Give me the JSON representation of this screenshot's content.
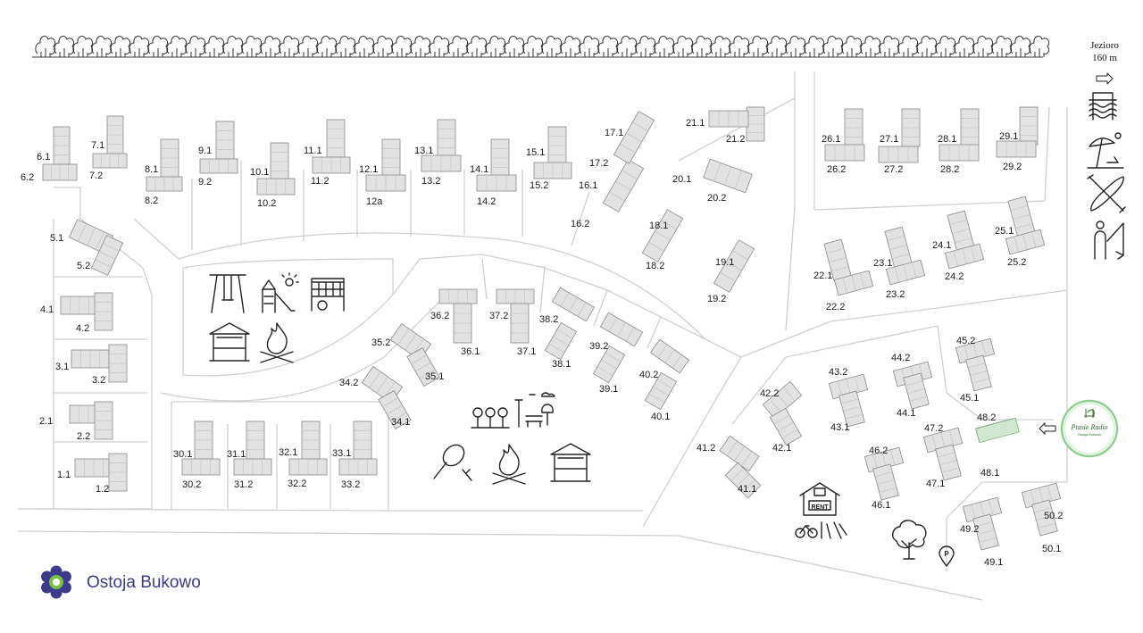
{
  "map": {
    "lake": {
      "name": "Jezioro",
      "distance": "160 m"
    },
    "brand": {
      "name": "Ostoja Bukowo",
      "color": "#3b3a8c",
      "accent": "#7ac143"
    },
    "badge": {
      "title": "Ptasie Radio",
      "subtitle": "Ostoja Bukowo",
      "color": "#7bc47b"
    },
    "icons_legend": [
      "arrow-right-icon",
      "pier-icon",
      "beach-umbrella-icon",
      "kayak-icon",
      "fishing-icon"
    ],
    "amenity_icons": [
      "swing-icon",
      "slide-icon",
      "volleyball-net-icon",
      "gazebo-icon",
      "campfire-icon",
      "flowers-icon",
      "park-bench-icon",
      "badminton-icon",
      "campfire-icon",
      "gazebo-icon",
      "rent-shop-icon",
      "tree-icon",
      "parking-icon"
    ],
    "rent_label": "RENT",
    "parking_label": "P",
    "selected_house": "48.2",
    "colors": {
      "road": "#cfcfcf",
      "house": "#e2e2e2",
      "selected_house": "#cfe8cf"
    },
    "labels": [
      "6.1",
      "6.2",
      "7.1",
      "7.2",
      "8.1",
      "8.2",
      "9.1",
      "9.2",
      "10.1",
      "10.2",
      "11.1",
      "11.2",
      "12.1",
      "12a",
      "13.1",
      "13.2",
      "14.1",
      "14.2",
      "15.1",
      "15.2",
      "16.1",
      "16.2",
      "17.1",
      "17.2",
      "18.1",
      "18.2",
      "19.1",
      "19.2",
      "20.1",
      "20.2",
      "21.1",
      "21.2",
      "26.1",
      "26.2",
      "27.1",
      "27.2",
      "28.1",
      "28.2",
      "29.1",
      "29.2",
      "5.1",
      "5.2",
      "4.1",
      "4.2",
      "3.1",
      "3.2",
      "2.1",
      "2.2",
      "1.1",
      "1.2",
      "22.1",
      "22.2",
      "23.1",
      "23.2",
      "24.1",
      "24.2",
      "25.1",
      "25.2",
      "36.2",
      "36.1",
      "37.2",
      "37.1",
      "38.2",
      "38.1",
      "39.2",
      "39.1",
      "35.2",
      "35.1",
      "34.2",
      "34.1",
      "40.2",
      "40.1",
      "42.2",
      "42.1",
      "43.2",
      "43.1",
      "44.2",
      "44.1",
      "45.2",
      "45.1",
      "48.2",
      "48.1",
      "47.2",
      "47.1",
      "46.2",
      "46.1",
      "41.2",
      "41.1",
      "30.1",
      "30.2",
      "31.1",
      "31.2",
      "32.1",
      "32.2",
      "33.1",
      "33.2",
      "49.2",
      "49.1",
      "50.2",
      "50.1"
    ]
  }
}
